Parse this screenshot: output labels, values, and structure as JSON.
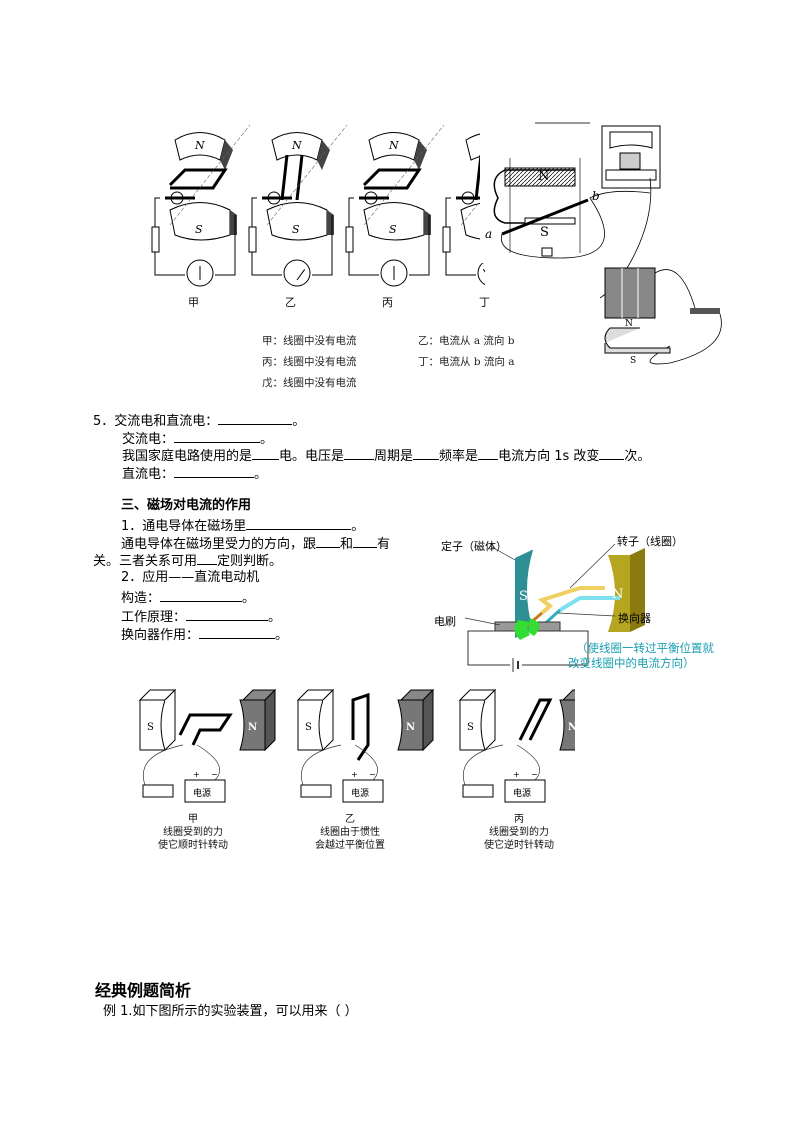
{
  "generator_figure": {
    "panel_labels": [
      "甲",
      "乙",
      "丙",
      "丁"
    ],
    "pole_n": "N",
    "pole_s": "S",
    "captions": [
      "甲：线圈中没有电流",
      "乙：电流从 a 流向 b",
      "丙：线圈中没有电流",
      "丁：电流从 b 流向 a",
      "戊：线圈中没有电流"
    ],
    "overlay_labels": {
      "n": "N",
      "s": "S",
      "a": "a",
      "b": "b"
    }
  },
  "section5": {
    "title": "5．交流电和直流电：",
    "ac": "交流电：",
    "household": [
      "我国家庭电路使用的是",
      "电。电压是",
      "周期是",
      "频率是",
      "电流方向 1s 改变",
      "次。"
    ],
    "dc": "直流电："
  },
  "section3": {
    "heading": "三、磁场对电流的作用",
    "item1": "1．通电导体在磁场里",
    "force_dir": [
      "通电导体在磁场里受力的方向，跟",
      "和",
      "有"
    ],
    "relation": [
      "关。三者关系可用",
      "定则判断。"
    ],
    "item2": "2．应用——直流电动机",
    "structure": "构造：",
    "principle": "工作原理：",
    "commutator": "换向器作用：",
    "period": "。"
  },
  "motor_figure": {
    "stator": "定子（磁体）",
    "rotor": "转子（线圈）",
    "brush": "电刷",
    "commutator": "换向器",
    "note_line1": "（使线圈一转过平衡位置就",
    "note_line2": "改变线圈中的电流方向）",
    "s": "S",
    "n": "N"
  },
  "motor_panels": [
    {
      "label": "甲",
      "line1": "线圈受到的力",
      "line2": "使它顺时针转动"
    },
    {
      "label": "乙",
      "line1": "线圈由于惯性",
      "line2": "会越过平衡位置"
    },
    {
      "label": "丙",
      "line1": "线圈受到的力",
      "line2": "使它逆时针转动"
    }
  ],
  "motor_panel_common": {
    "s": "S",
    "n": "N",
    "power": "电源",
    "plus": "+",
    "minus": "−"
  },
  "examples": {
    "heading": "经典例题简析",
    "q1": "例 1.如下图所示的实验装置，可以用来（      ）"
  }
}
